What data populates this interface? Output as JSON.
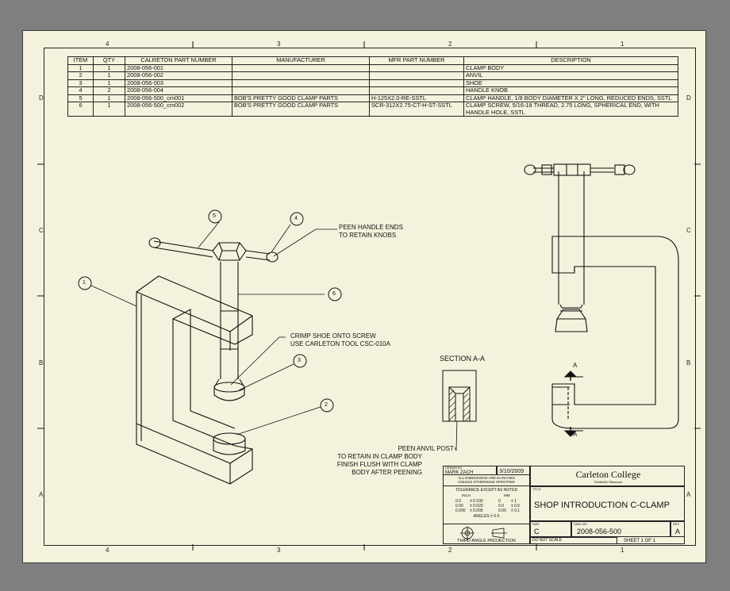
{
  "zones": {
    "top": [
      "4",
      "3",
      "2",
      "1"
    ],
    "bottom": [
      "4",
      "3",
      "2",
      "1"
    ],
    "left": [
      "D",
      "C",
      "B",
      "A"
    ],
    "right": [
      "D",
      "C",
      "B",
      "A"
    ]
  },
  "bom": {
    "headers": [
      "ITEM",
      "QTY",
      "CALRETON PART NUMBER",
      "MANUFACTURER",
      "MFR PART NUMBER",
      "DESCRIPTION"
    ],
    "rows": [
      [
        "1",
        "1",
        "2008-056-001",
        "",
        "",
        "CLAMP BODY"
      ],
      [
        "2",
        "1",
        "2008-056-002",
        "",
        "",
        "ANVIL"
      ],
      [
        "3",
        "1",
        "2008-056-003",
        "",
        "",
        "SHOE"
      ],
      [
        "4",
        "2",
        "2008-056-004",
        "",
        "",
        "HANDLE KNOB"
      ],
      [
        "5",
        "1",
        "2008-056-500_cm001",
        "BOB'S PRETTY GOOD CLAMP PARTS",
        "H-125X2.0-RE-SSTL",
        "CLAMP HANDLE, 1/8 BODY DIAMETER X 2\" LONG, REDUCED ENDS, SSTL"
      ],
      [
        "6",
        "1",
        "2008-056-500_cm002",
        "BOB'S PRETTY GOOD CLAMP PARTS",
        "SCR-312X2.75-CT-H-ST-SSTL",
        "CLAMP SCREW, 5/16-18 THREAD, 2.75 LONG, SPHERICAL END, WITH HANDLE HOLE, SSTL"
      ]
    ]
  },
  "callouts": [
    "1",
    "2",
    "3",
    "4",
    "5",
    "6"
  ],
  "notes": {
    "peen_handle": [
      "PEEN HANDLE ENDS",
      "TO RETAIN KNOBS"
    ],
    "crimp_shoe": [
      "CRIMP SHOE ONTO SCREW",
      "USE CARLETON TOOL CSC-010A"
    ],
    "peen_anvil": [
      "PEEN ANVIL POST",
      "TO RETAIN IN CLAMP BODY",
      "FINISH FLUSH WITH CLAMP",
      "BODY AFTER PEENING"
    ]
  },
  "section_label": "SECTION A-A",
  "section_markers": [
    "A",
    "A"
  ],
  "title_block": {
    "drawn_by_label": "DRAWN BY",
    "drawn_by": "MARK ZACH",
    "date": "3/10/2009",
    "dim_note": [
      "ALL DIMENSIONS ARE IN INCHES",
      "UNLESS OTHERWISE SPECIFIED"
    ],
    "tolerance_title": "TOLERANCE EXCEPT AS NOTED",
    "tol_inch_label": "INCH",
    "tol_mm_label": "MM",
    "tol_rows": [
      [
        "0.0",
        "± 0.100",
        "0",
        "± 1"
      ],
      [
        "0.00",
        "± 0.020",
        "0.0",
        "± 0.5"
      ],
      [
        "0.000",
        "± 0.005",
        "0.00",
        "± 0.1"
      ]
    ],
    "angles": "ANGLES ± 0.5",
    "projection": "THIRD ANGLE PROJECTION",
    "company": "Carleton College",
    "company_sub": "Northfield, Minnesota",
    "title_label": "TITLE",
    "title": "SHOP INTRODUCTION C-CLAMP",
    "size_label": "SIZE",
    "size": "C",
    "dwg_label": "DWG NO",
    "dwg_no": "2008-056-500",
    "rev_label": "REV",
    "rev": "A",
    "do_not_scale": "DO NOT SCALE",
    "sheet": "SHEET  1  OF  1"
  }
}
